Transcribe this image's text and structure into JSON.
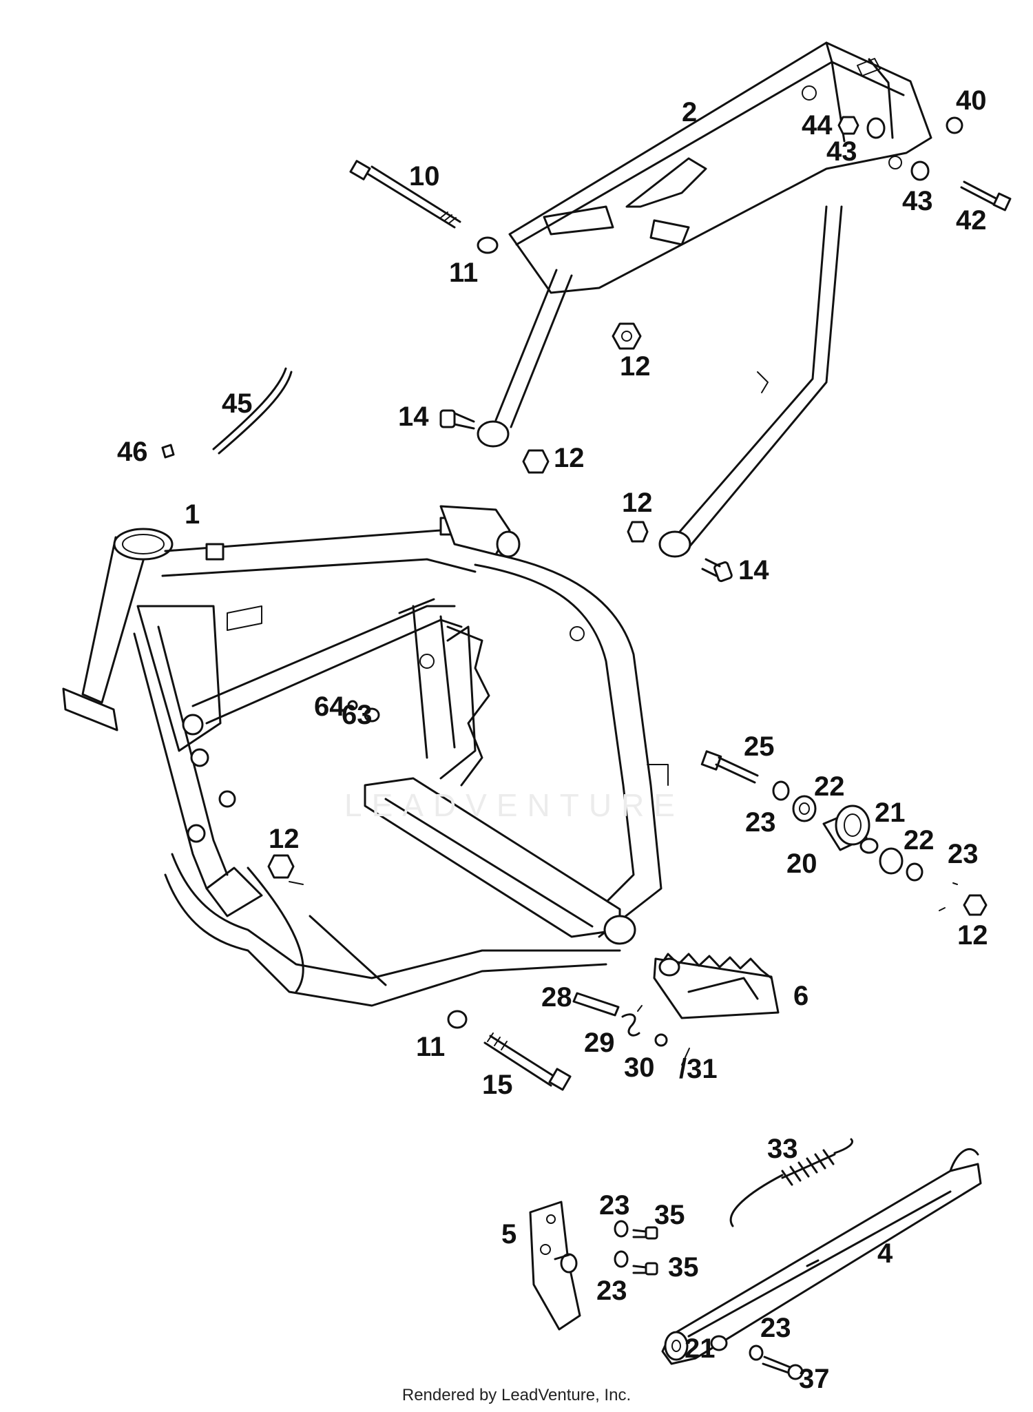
{
  "diagram": {
    "watermark": "LEADVENTURE",
    "footer": "Rendered by LeadVenture, Inc.",
    "callouts": [
      {
        "id": "c-1",
        "label": "1"
      },
      {
        "id": "c-2",
        "label": "2"
      },
      {
        "id": "c-4",
        "label": "4"
      },
      {
        "id": "c-5",
        "label": "5"
      },
      {
        "id": "c-6",
        "label": "6"
      },
      {
        "id": "c-10",
        "label": "10"
      },
      {
        "id": "c-11a",
        "label": "11"
      },
      {
        "id": "c-11b",
        "label": "11"
      },
      {
        "id": "c-12a",
        "label": "12"
      },
      {
        "id": "c-12b",
        "label": "12"
      },
      {
        "id": "c-12c",
        "label": "12"
      },
      {
        "id": "c-12d",
        "label": "12"
      },
      {
        "id": "c-12e",
        "label": "12"
      },
      {
        "id": "c-14a",
        "label": "14"
      },
      {
        "id": "c-14b",
        "label": "14"
      },
      {
        "id": "c-15",
        "label": "15"
      },
      {
        "id": "c-20",
        "label": "20"
      },
      {
        "id": "c-21a",
        "label": "21"
      },
      {
        "id": "c-21b",
        "label": "21"
      },
      {
        "id": "c-22a",
        "label": "22"
      },
      {
        "id": "c-22b",
        "label": "22"
      },
      {
        "id": "c-23a",
        "label": "23"
      },
      {
        "id": "c-23b",
        "label": "23"
      },
      {
        "id": "c-23c",
        "label": "23"
      },
      {
        "id": "c-23d",
        "label": "23"
      },
      {
        "id": "c-23e",
        "label": "23"
      },
      {
        "id": "c-25",
        "label": "25"
      },
      {
        "id": "c-28",
        "label": "28"
      },
      {
        "id": "c-29",
        "label": "29"
      },
      {
        "id": "c-30",
        "label": "30"
      },
      {
        "id": "c-31",
        "label": "/31"
      },
      {
        "id": "c-33",
        "label": "33"
      },
      {
        "id": "c-35a",
        "label": "35"
      },
      {
        "id": "c-35b",
        "label": "35"
      },
      {
        "id": "c-37",
        "label": "37"
      },
      {
        "id": "c-40",
        "label": "40"
      },
      {
        "id": "c-42",
        "label": "42"
      },
      {
        "id": "c-43a",
        "label": "43"
      },
      {
        "id": "c-43b",
        "label": "43"
      },
      {
        "id": "c-44",
        "label": "44"
      },
      {
        "id": "c-45",
        "label": "45"
      },
      {
        "id": "c-46",
        "label": "46"
      },
      {
        "id": "c-63",
        "label": "63"
      },
      {
        "id": "c-64",
        "label": "64"
      }
    ]
  }
}
